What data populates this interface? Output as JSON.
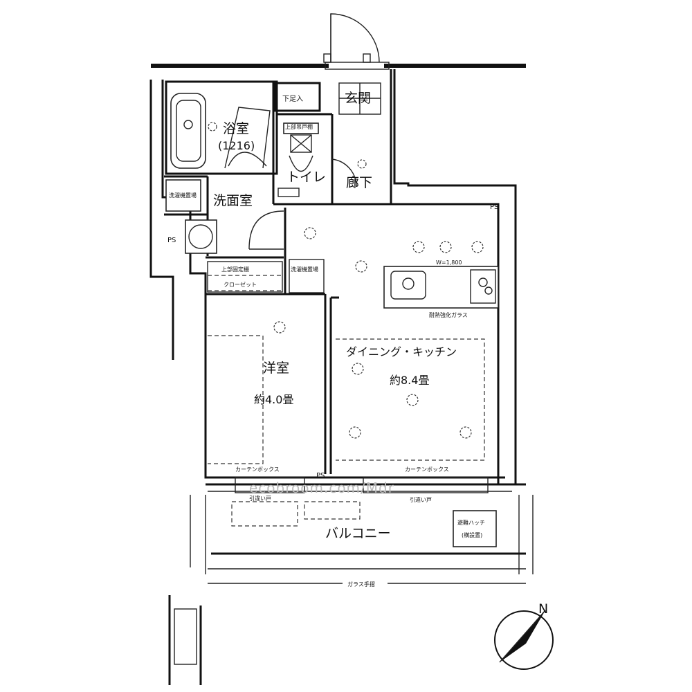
{
  "rooms": {
    "bath": "浴室",
    "bath_size": "(1216)",
    "entrance": "玄関",
    "shoe_box": "下足入",
    "toilet": "トイレ",
    "toilet_shelf": "上部吊戸棚",
    "hallway": "廊下",
    "washroom": "洗面室",
    "washer_space": "洗濯機置場",
    "washer_space2": "洗濯機置場",
    "closet_upper": "上部固定棚",
    "closet": "クローゼット",
    "western_room": "洋室",
    "western_size": "約4.0畳",
    "dining_kitchen": "ダイニング・キッチン",
    "dk_size": "約8.4畳",
    "balcony": "バルコニー",
    "evac_hatch": "避難ハッチ",
    "evac_hatch2": "(横設置)"
  },
  "annotations": {
    "ps_top": "PS",
    "ps_left": "PS",
    "ps_bottom": "PS",
    "wall_800": "W=1,800",
    "fire_glass": "耐熱強化ガラス",
    "curtain_box_left": "カーテンボックス",
    "curtain_box_right": "カーテンボックス",
    "sliding_door_left": "引違い戸",
    "sliding_door_right": "引違い戸",
    "glass_railing": "ガラス手摺",
    "north": "N",
    "watermark": "ecobroom.com/Mdr"
  }
}
